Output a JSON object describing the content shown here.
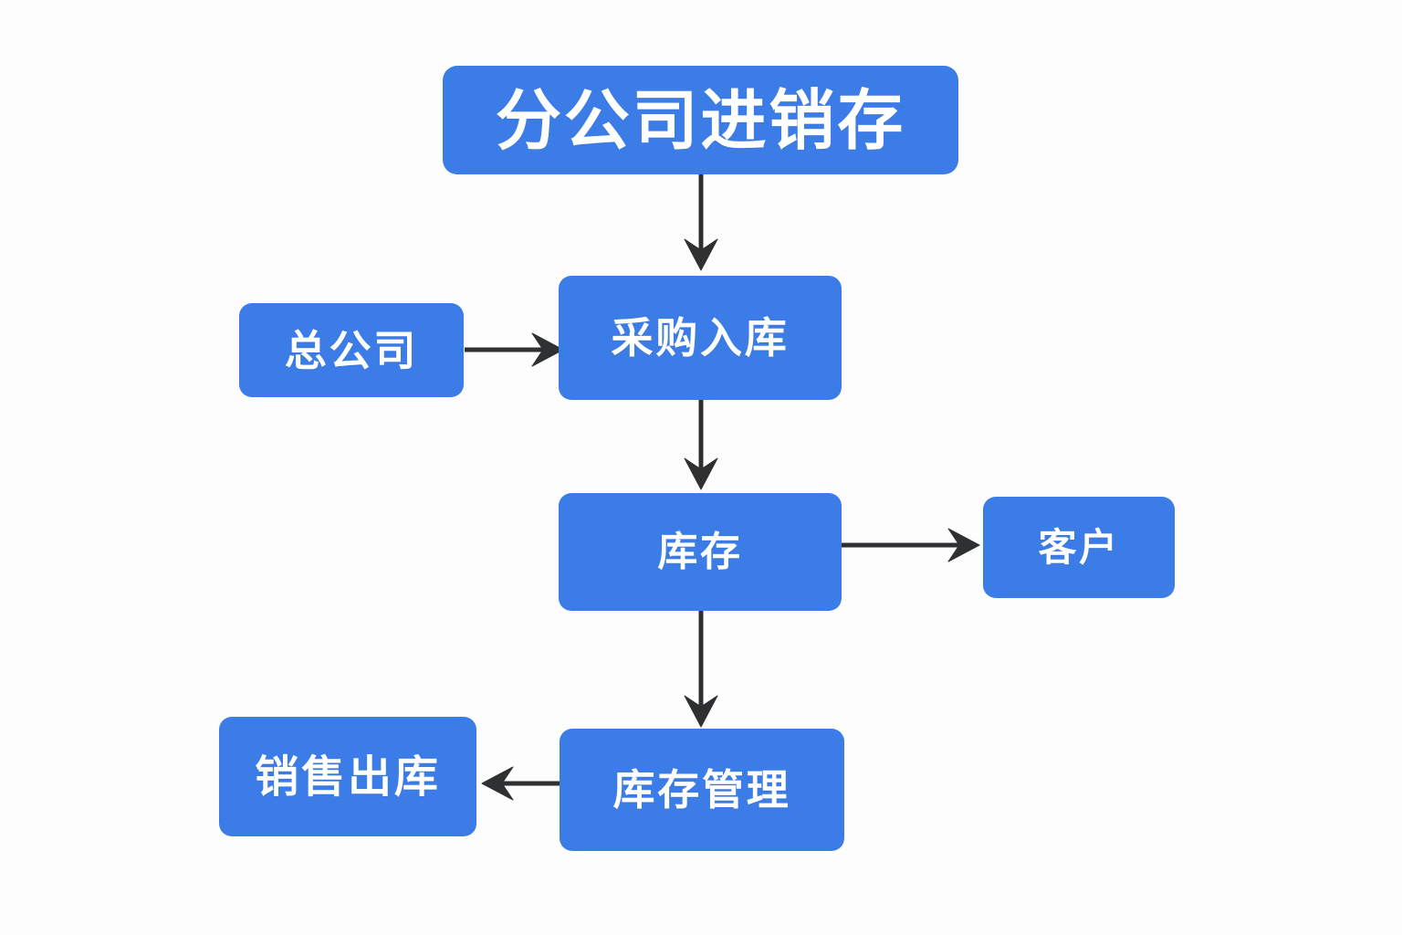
{
  "diagram": {
    "title": "分公司进销存",
    "background_color": "#fdfdfd",
    "node_color": "#3c7ce6",
    "node_text_color": "#ffffff",
    "edge_color": "#2f3032",
    "nodes": [
      {
        "id": "title",
        "label": "分公司进销存",
        "role": "root-title"
      },
      {
        "id": "headquarters",
        "label": "总公司",
        "role": "external-source"
      },
      {
        "id": "purchase",
        "label": "采购入库",
        "role": "process"
      },
      {
        "id": "inventory",
        "label": "库存",
        "role": "process"
      },
      {
        "id": "customer",
        "label": "客户",
        "role": "external-target"
      },
      {
        "id": "sales_out",
        "label": "销售出库",
        "role": "process"
      },
      {
        "id": "inv_mgmt",
        "label": "库存管理",
        "role": "process"
      }
    ],
    "edges": [
      {
        "from": "title",
        "to": "purchase",
        "direction": "down"
      },
      {
        "from": "headquarters",
        "to": "purchase",
        "direction": "right"
      },
      {
        "from": "purchase",
        "to": "inventory",
        "direction": "down"
      },
      {
        "from": "inventory",
        "to": "customer",
        "direction": "right"
      },
      {
        "from": "inventory",
        "to": "inv_mgmt",
        "direction": "down"
      },
      {
        "from": "inv_mgmt",
        "to": "sales_out",
        "direction": "left"
      }
    ]
  }
}
